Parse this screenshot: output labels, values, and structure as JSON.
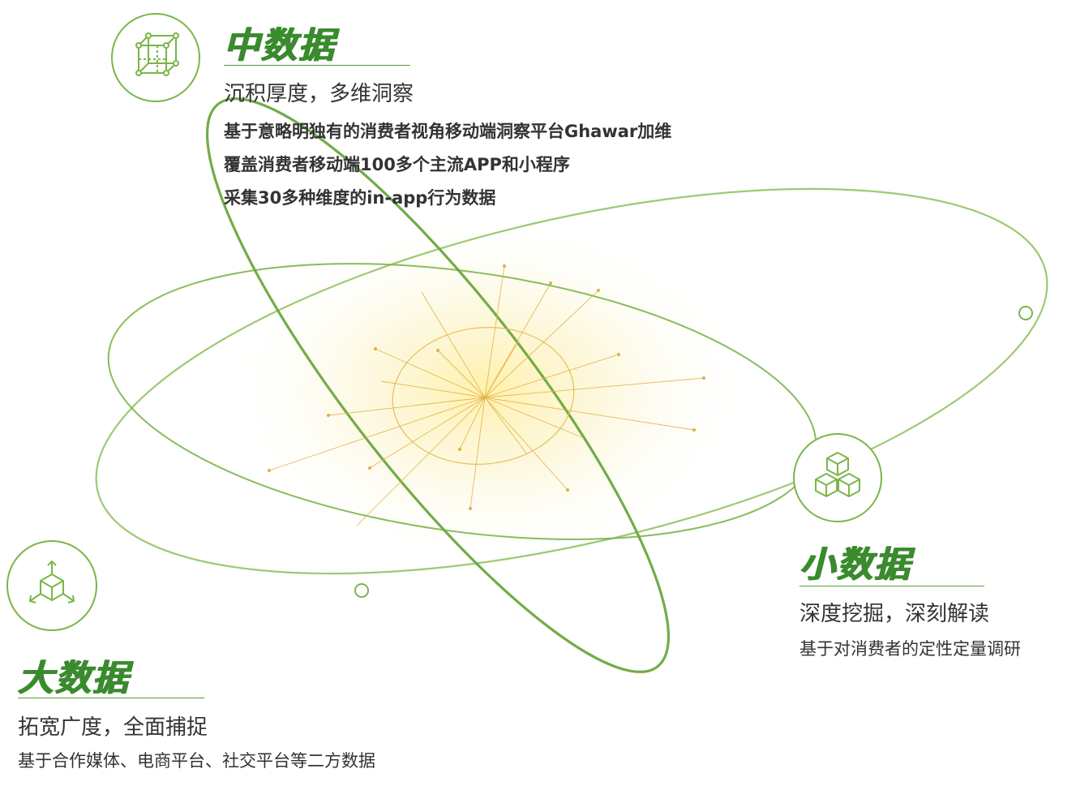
{
  "colors": {
    "accent": "#7ab648",
    "title_green": "#3a8a2e",
    "text": "#333333",
    "core_gold": "#e0b040"
  },
  "middle": {
    "title": "中数据",
    "subtitle": "沉积厚度，多维洞察",
    "lines": [
      "基于意略明独有的消费者视角移动端洞察平台Ghawar加维",
      "覆盖消费者移动端100多个主流APP和小程序",
      "采集30多种维度的in-app行为数据"
    ],
    "icon": "wireframe-cube-icon"
  },
  "small": {
    "title": "小数据",
    "subtitle": "深度挖掘，深刻解读",
    "lines": [
      "基于对消费者的定性定量调研"
    ],
    "icon": "stacked-cubes-icon"
  },
  "big": {
    "title": "大数据",
    "subtitle": "拓宽广度，全面捕捉",
    "lines": [
      "基于合作媒体、电商平台、社交平台等二方数据"
    ],
    "icon": "expand-cube-icon"
  }
}
